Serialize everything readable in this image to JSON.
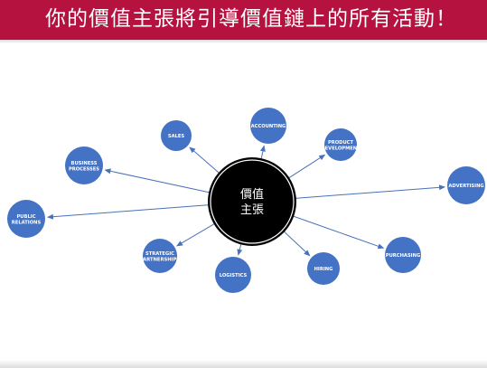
{
  "header": {
    "title": "你的價值主張將引導價值鏈上的所有活動！",
    "background_color": "#b5123f"
  },
  "diagram": {
    "center": {
      "lines": [
        "價值",
        "主張"
      ],
      "fill_color": "#000000",
      "ring_color": "#ffffff"
    },
    "node_color": "#4472c4",
    "arrow_color": "#4a72b8",
    "nodes": [
      {
        "id": "sales",
        "lines": [
          "SALES"
        ]
      },
      {
        "id": "accounting",
        "lines": [
          "ACCOUNTING"
        ]
      },
      {
        "id": "product-development",
        "lines": [
          "PRODUCT",
          "DEVELOPMENT"
        ]
      },
      {
        "id": "business-processes",
        "lines": [
          "BUSINESS",
          "PROCESSES"
        ]
      },
      {
        "id": "advertising",
        "lines": [
          "ADVERTISING"
        ]
      },
      {
        "id": "public-relations",
        "lines": [
          "PUBLIC",
          "RELATIONS"
        ]
      },
      {
        "id": "strategic-partnerships",
        "lines": [
          "STRATEGIC",
          "PARTNERSHIPS"
        ]
      },
      {
        "id": "logistics",
        "lines": [
          "LOGISTICS"
        ]
      },
      {
        "id": "hiring",
        "lines": [
          "HIRING"
        ]
      },
      {
        "id": "purchasing",
        "lines": [
          "PURCHASING"
        ]
      }
    ]
  }
}
